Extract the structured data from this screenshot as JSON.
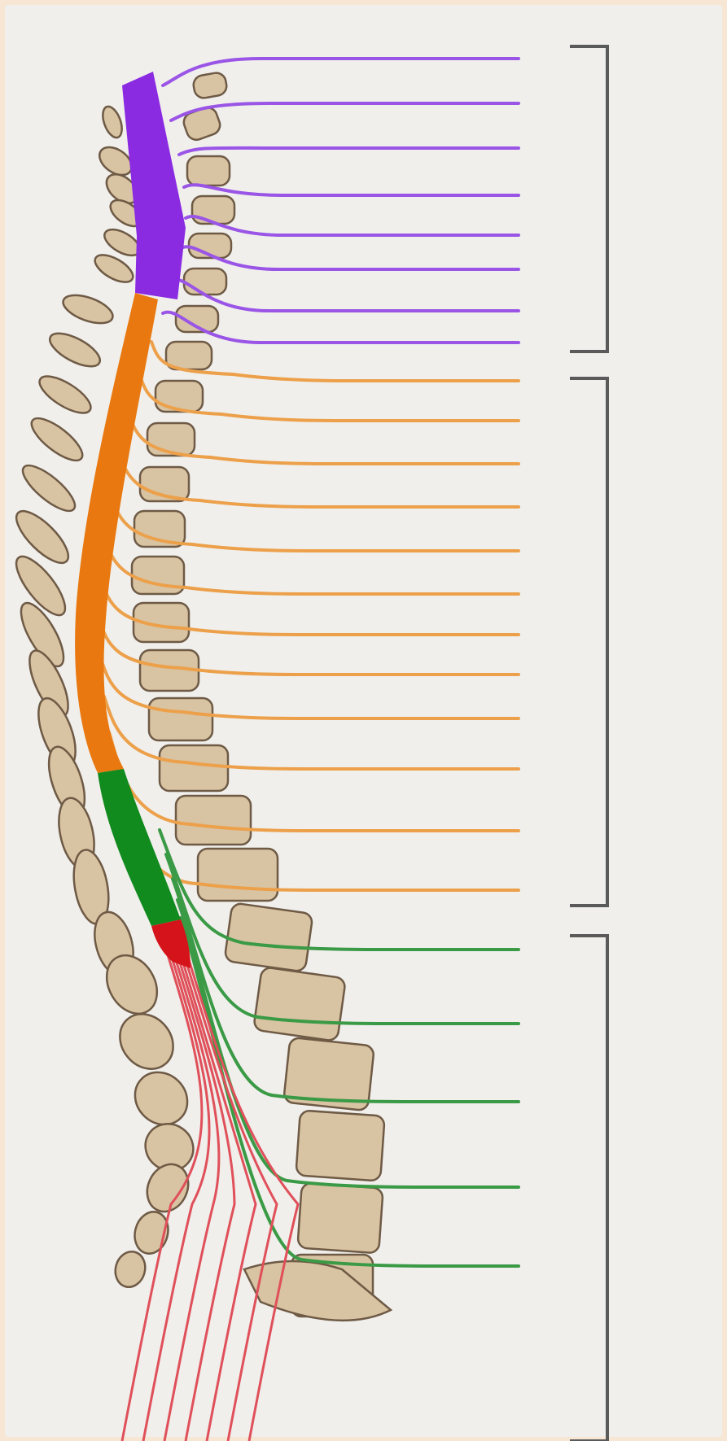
{
  "colors": {
    "page_border": "#f7e6d3",
    "background": "#f0efec",
    "vertebra_fill": "#d8c3a2",
    "vertebra_stroke": "#6e5a45",
    "bracket": "#5a5a5a",
    "cervical": "#8a2be2",
    "thoracic": "#e8780f",
    "lumbar": "#118a1e",
    "sacral": "#d4141a",
    "cervical_nerve": "#9a55e6",
    "thoracic_nerve": "#eda04a",
    "lumbar_nerve": "#3a9a45",
    "sacral_nerve": "#e0505a"
  },
  "regions": [
    {
      "id": "cervical",
      "nerve_count": 8
    },
    {
      "id": "thoracic",
      "nerve_count": 12
    },
    {
      "id": "lumbar",
      "nerve_count": 5
    },
    {
      "id": "sacral",
      "nerve_count": 7
    }
  ],
  "icons": {
    "spinal_cord": "spinal-cord-shape",
    "vertebra": "vertebra-shape",
    "bracket": "region-bracket-shape"
  }
}
